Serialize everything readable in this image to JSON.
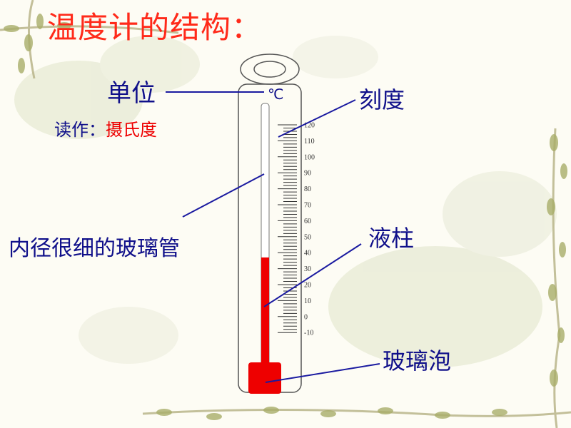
{
  "title": "温度计的结构：",
  "labels": {
    "unit": "单位",
    "read_prefix": "读作：",
    "read_value": "摄氏度",
    "scale": "刻度",
    "inner_tube": "内径很细的玻璃管",
    "liquid_column": "液柱",
    "bulb": "玻璃泡"
  },
  "unit_symbol": "℃",
  "scale_ticks": [
    "120",
    "110",
    "100",
    "90",
    "80",
    "70",
    "60",
    "50",
    "40",
    "30",
    "20",
    "10",
    "0",
    "-10"
  ],
  "liquid_level": 37,
  "colors": {
    "title": "#ff2a1a",
    "label": "#10108a",
    "liquid": "#ee0000",
    "leader_line": "#1a1aa0"
  }
}
